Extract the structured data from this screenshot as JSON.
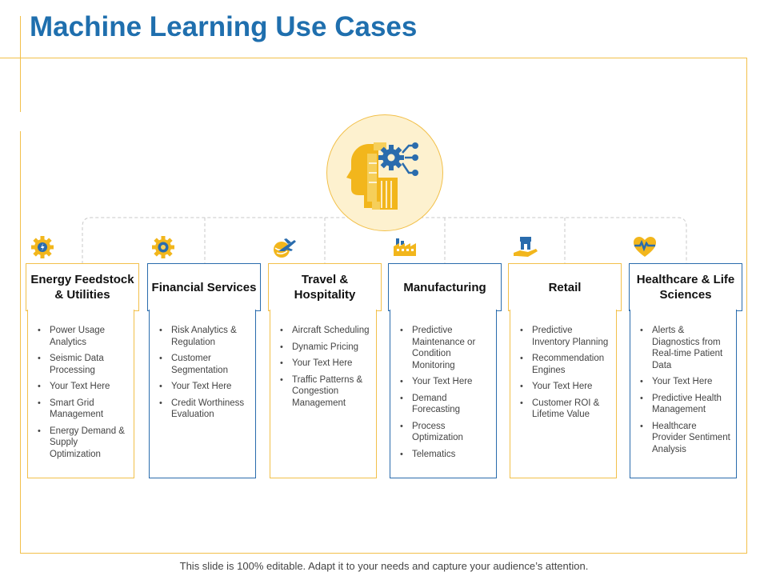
{
  "title": "Machine Learning Use Cases",
  "footer": "This slide is 100% editable. Adapt it to your needs and capture your audience’s attention.",
  "colors": {
    "yellow": "#f2c04a",
    "blue": "#2a6cad",
    "title": "#1f6fae",
    "circle_fill": "#fdf1cf"
  },
  "center_icon": "ai-head-gear-icon",
  "categories": [
    {
      "title": "Energy Feedstock & Utilities",
      "icon": "gear-bolt-icon",
      "accent": "yellow",
      "items": [
        "Power Usage Analytics",
        "Seismic Data Processing",
        "Your Text Here",
        "Smart Grid Management",
        "Energy Demand & Supply Optimization"
      ]
    },
    {
      "title": "Financial Services",
      "icon": "gear-dollar-icon",
      "accent": "blue",
      "items": [
        "Risk Analytics & Regulation",
        "Customer Segmentation",
        "Your Text Here",
        "Credit Worthiness Evaluation"
      ]
    },
    {
      "title": "Travel & Hospitality",
      "icon": "globe-airplane-icon",
      "accent": "yellow",
      "items": [
        "Aircraft Scheduling",
        "Dynamic Pricing",
        "Your Text Here",
        "Traffic Patterns & Congestion Management"
      ]
    },
    {
      "title": "Manufacturing",
      "icon": "factory-icon",
      "accent": "blue",
      "items": [
        "Predictive Maintenance or Condition Monitoring",
        "Your Text Here",
        "Demand Forecasting",
        "Process Optimization",
        "Telematics"
      ]
    },
    {
      "title": "Retail",
      "icon": "hand-store-icon",
      "accent": "yellow",
      "items": [
        "Predictive Inventory Planning",
        "Recommendation Engines",
        "Your Text Here",
        "Customer ROI & Lifetime Value"
      ]
    },
    {
      "title": "Healthcare & Life Sciences",
      "icon": "heart-pulse-icon",
      "accent": "blue",
      "items": [
        "Alerts & Diagnostics from Real-time Patient Data",
        "Your Text Here",
        "Predictive Health Management",
        "Healthcare Provider Sentiment Analysis"
      ]
    }
  ]
}
